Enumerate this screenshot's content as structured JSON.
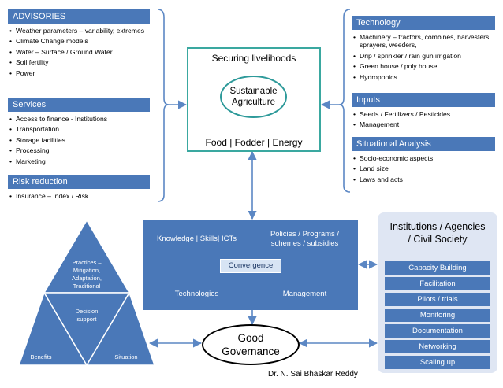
{
  "left": {
    "advisories": {
      "title": "ADVISORIES",
      "items": [
        "Weather parameters – variability, extremes",
        "Climate Change models",
        "Water – Surface / Ground Water",
        "Soil fertility",
        "Power"
      ]
    },
    "services": {
      "title": "Services",
      "items": [
        "Access to finance - Institutions",
        "Transportation",
        "Storage facilities",
        "Processing",
        "Marketing"
      ]
    },
    "risk": {
      "title": "Risk reduction",
      "items": [
        "Insurance – Index / Risk"
      ]
    }
  },
  "right": {
    "technology": {
      "title": "Technology",
      "items": [
        "Machinery – tractors, combines, harvesters, sprayers, weeders,",
        "Drip / sprinkler / rain gun irrigation",
        "Green house / poly house",
        "Hydroponics"
      ]
    },
    "inputs": {
      "title": "Inputs",
      "items": [
        "Seeds / Fertilizers / Pesticides",
        "Management"
      ]
    },
    "situational": {
      "title": "Situational Analysis",
      "items": [
        "Socio-economic aspects",
        "Land size",
        "Laws and acts"
      ]
    }
  },
  "center": {
    "top_label": "Securing livelihoods",
    "oval_line1": "Sustainable",
    "oval_line2": "Agriculture",
    "bottom_label": "Food | Fodder | Energy"
  },
  "convergence": {
    "top_left": "Knowledge | Skills| ICTs",
    "top_right_line1": "Policies / Programs /",
    "top_right_line2": "schemes / subsidies",
    "bottom_left": "Technologies",
    "bottom_right": "Management",
    "center": "Convergence"
  },
  "institutions": {
    "title_line1": "Institutions / Agencies",
    "title_line2": "/ Civil Society",
    "items": [
      "Capacity Building",
      "Facilitation",
      "Pilots / trials",
      "Monitoring",
      "Documentation",
      "Networking",
      "Scaling up"
    ]
  },
  "triangle": {
    "top_line1": "Practices –",
    "top_line2": "Mitigation,",
    "top_line3": "Adaptation,",
    "top_line4": "Traditional",
    "middle_line1": "Decision",
    "middle_line2": "support",
    "left": "Benefits",
    "right": "Situation"
  },
  "governance": {
    "line1": "Good",
    "line2": "Governance"
  },
  "author": "Dr. N. Sai Bhaskar Reddy",
  "colors": {
    "primary": "#4a78b8",
    "arrow": "#5b87c4",
    "center_border": "#3aa8a0",
    "oval_border": "#2e9a9a",
    "institutions_bg": "#dfe6f3",
    "convergence_box": "#d7e4f4"
  }
}
